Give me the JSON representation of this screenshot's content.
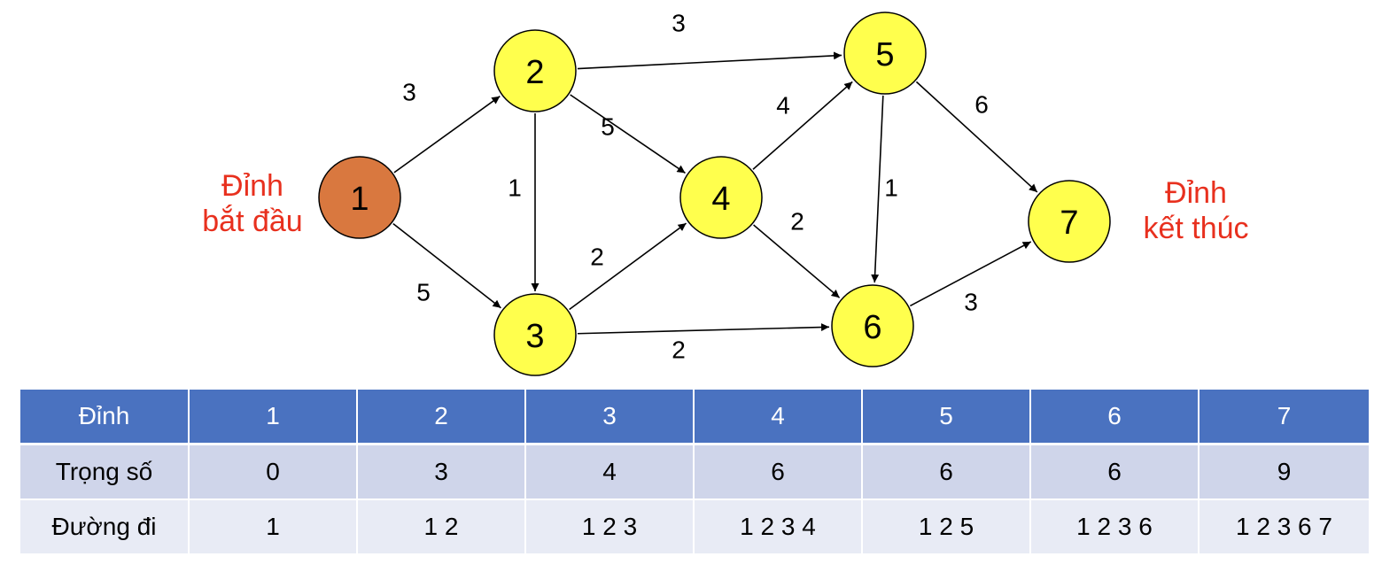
{
  "graph": {
    "start_caption": [
      "Đỉnh",
      "bắt đầu"
    ],
    "end_caption": [
      "Đỉnh",
      "kết thúc"
    ],
    "colors": {
      "start_node": "#d9783f",
      "node": "#ffff4d",
      "node_stroke": "#000000",
      "caption": "#e8301e"
    },
    "nodes": [
      {
        "id": "1",
        "label": "1",
        "start": true
      },
      {
        "id": "2",
        "label": "2"
      },
      {
        "id": "3",
        "label": "3"
      },
      {
        "id": "4",
        "label": "4"
      },
      {
        "id": "5",
        "label": "5"
      },
      {
        "id": "6",
        "label": "6"
      },
      {
        "id": "7",
        "label": "7"
      }
    ],
    "edges": [
      {
        "from": "1",
        "to": "2",
        "weight": "3"
      },
      {
        "from": "1",
        "to": "3",
        "weight": "5"
      },
      {
        "from": "2",
        "to": "3",
        "weight": "1"
      },
      {
        "from": "2",
        "to": "4",
        "weight": "5"
      },
      {
        "from": "2",
        "to": "5",
        "weight": "3"
      },
      {
        "from": "3",
        "to": "4",
        "weight": "2"
      },
      {
        "from": "3",
        "to": "6",
        "weight": "2"
      },
      {
        "from": "4",
        "to": "5",
        "weight": "4"
      },
      {
        "from": "4",
        "to": "6",
        "weight": "2"
      },
      {
        "from": "5",
        "to": "6",
        "weight": "1"
      },
      {
        "from": "5",
        "to": "7",
        "weight": "6"
      },
      {
        "from": "6",
        "to": "7",
        "weight": "3"
      }
    ]
  },
  "table": {
    "header": [
      "Đỉnh",
      "1",
      "2",
      "3",
      "4",
      "5",
      "6",
      "7"
    ],
    "rows": [
      [
        "Trọng số",
        "0",
        "3",
        "4",
        "6",
        "6",
        "6",
        "9"
      ],
      [
        "Đường đi",
        "1",
        "1 2",
        "1 2 3",
        "1 2 3 4",
        "1 2 5",
        "1 2 3 6",
        "1 2 3 6 7"
      ]
    ],
    "colors": {
      "header_bg": "#4a72c0",
      "row1_bg": "#cfd5ea",
      "row2_bg": "#e8ebf5"
    }
  }
}
